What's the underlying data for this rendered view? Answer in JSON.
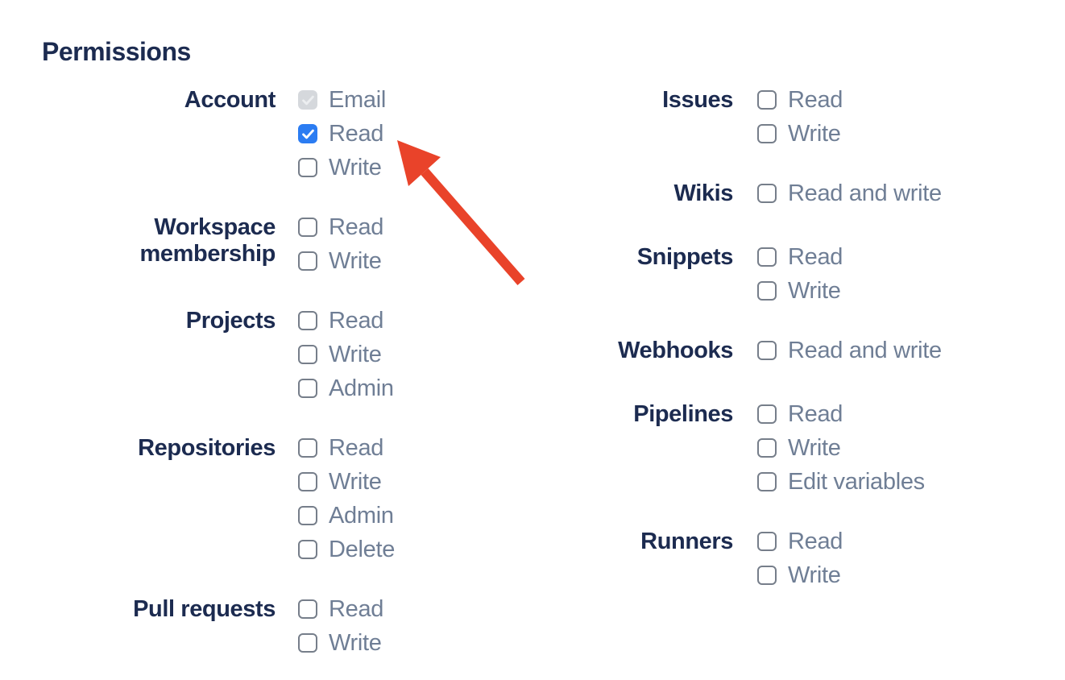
{
  "page": {
    "heading": "Permissions"
  },
  "colors": {
    "heading_and_group_label": "#1C2B50",
    "option_label": "#6F7E95",
    "checkbox_checked_bg": "#2B7CF2",
    "checkbox_checked_disabled_bg": "#D5D8DC",
    "checkbox_unchecked_border": "#767E8A",
    "annotation_arrow": "#E9432A"
  },
  "annotation": {
    "arrow_color": "#E9432A"
  },
  "permissions": {
    "columns": [
      {
        "groups": [
          {
            "label": "Account",
            "options": [
              {
                "label": "Email",
                "state": "checked-disabled"
              },
              {
                "label": "Read",
                "state": "checked"
              },
              {
                "label": "Write",
                "state": "unchecked"
              }
            ]
          },
          {
            "label": "Workspace membership",
            "options": [
              {
                "label": "Read",
                "state": "unchecked"
              },
              {
                "label": "Write",
                "state": "unchecked"
              }
            ]
          },
          {
            "label": "Projects",
            "options": [
              {
                "label": "Read",
                "state": "unchecked"
              },
              {
                "label": "Write",
                "state": "unchecked"
              },
              {
                "label": "Admin",
                "state": "unchecked"
              }
            ]
          },
          {
            "label": "Repositories",
            "options": [
              {
                "label": "Read",
                "state": "unchecked"
              },
              {
                "label": "Write",
                "state": "unchecked"
              },
              {
                "label": "Admin",
                "state": "unchecked"
              },
              {
                "label": "Delete",
                "state": "unchecked"
              }
            ]
          },
          {
            "label": "Pull requests",
            "options": [
              {
                "label": "Read",
                "state": "unchecked"
              },
              {
                "label": "Write",
                "state": "unchecked"
              }
            ]
          }
        ]
      },
      {
        "groups": [
          {
            "label": "Issues",
            "options": [
              {
                "label": "Read",
                "state": "unchecked"
              },
              {
                "label": "Write",
                "state": "unchecked"
              }
            ]
          },
          {
            "label": "Wikis",
            "options": [
              {
                "label": "Read and write",
                "state": "unchecked"
              }
            ]
          },
          {
            "label": "Snippets",
            "options": [
              {
                "label": "Read",
                "state": "unchecked"
              },
              {
                "label": "Write",
                "state": "unchecked"
              }
            ]
          },
          {
            "label": "Webhooks",
            "options": [
              {
                "label": "Read and write",
                "state": "unchecked"
              }
            ]
          },
          {
            "label": "Pipelines",
            "options": [
              {
                "label": "Read",
                "state": "unchecked"
              },
              {
                "label": "Write",
                "state": "unchecked"
              },
              {
                "label": "Edit variables",
                "state": "unchecked"
              }
            ]
          },
          {
            "label": "Runners",
            "options": [
              {
                "label": "Read",
                "state": "unchecked"
              },
              {
                "label": "Write",
                "state": "unchecked"
              }
            ]
          }
        ]
      }
    ]
  }
}
